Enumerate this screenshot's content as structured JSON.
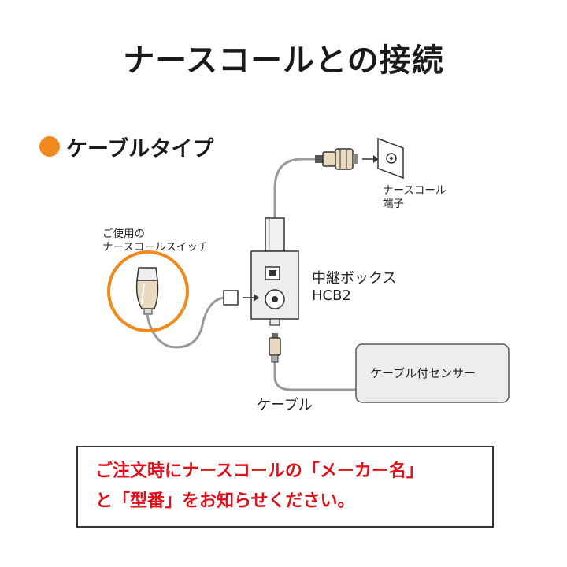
{
  "title": "ナースコールとの接続",
  "section": {
    "heading": "ケーブルタイプ",
    "bullet_color": "#F08A1C"
  },
  "diagram": {
    "nurse_call_terminal": {
      "line1": "ナースコール",
      "line2": "端子"
    },
    "switch_label": {
      "line1": "ご使用の",
      "line2": "ナースコールスイッチ"
    },
    "relay_box": {
      "line1": "中継ボックス",
      "line2": "HCB2"
    },
    "sensor_label": "ケーブル付センサー",
    "cable_label": "ケーブル",
    "colors": {
      "cable": "#9A9A9A",
      "box_fill": "#EDEDED",
      "outline": "#333333",
      "highlight_ring": "#F08A1C",
      "plug": "#E9D9BE"
    }
  },
  "notice": {
    "line1": "ご注文時にナースコールの「メーカー名」",
    "line2": "と「型番」をお知らせください。",
    "color": "#E0101A"
  }
}
